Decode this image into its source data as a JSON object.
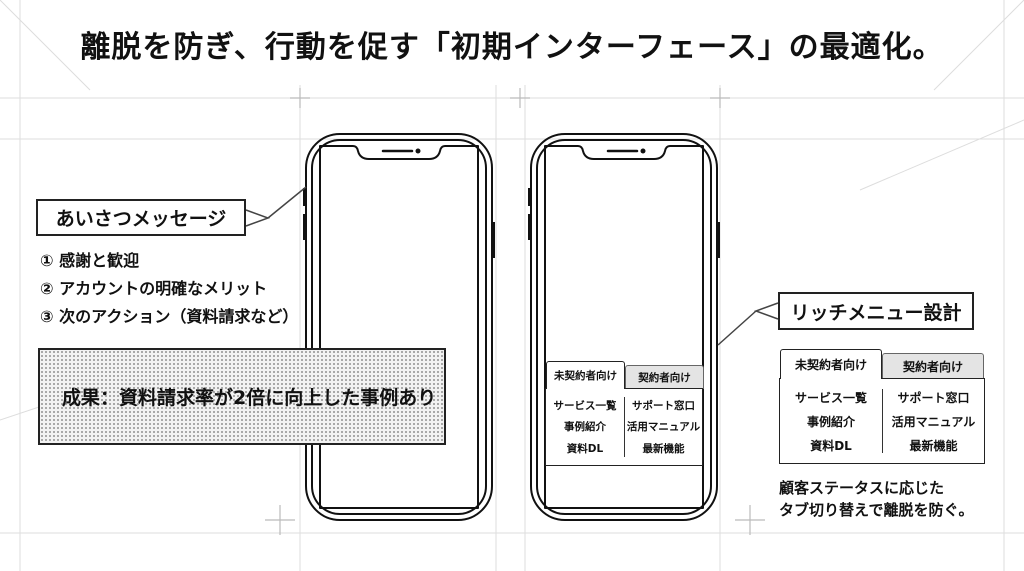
{
  "title": "離脱を防ぎ、行動を促す「初期インターフェース」の最適化。",
  "greeting": {
    "label": "あいさつメッセージ",
    "items": [
      "① 感謝と歓迎",
      "② アカウントの明確なメリット",
      "③ 次のアクション（資料請求など）"
    ]
  },
  "result": "成果：資料請求率が2倍に向上した事例あり",
  "rich_menu": {
    "label": "リッチメニュー設計",
    "tabs": [
      "未契約者向け",
      "契約者向け"
    ],
    "left_items": [
      "サービス一覧",
      "事例紹介",
      "資料DL"
    ],
    "right_items": [
      "サポート窓口",
      "活用マニュアル",
      "最新機能"
    ],
    "caption": [
      "顧客ステータスに応じた",
      "タブ切り替えで離脱を防ぐ。"
    ]
  }
}
